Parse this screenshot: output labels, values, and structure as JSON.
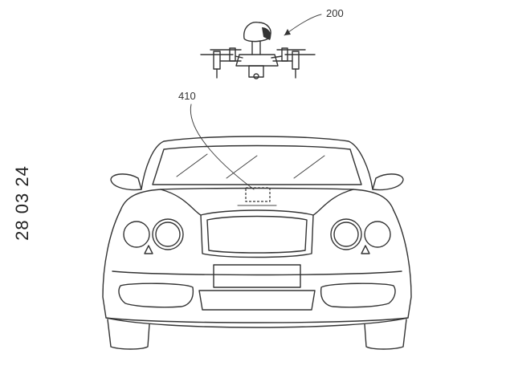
{
  "figure": {
    "side_date": "28 03 24",
    "labels": {
      "drone_ref": "200",
      "sensor_ref": "410"
    }
  },
  "colors": {
    "line": "#333333",
    "background": "#ffffff"
  }
}
